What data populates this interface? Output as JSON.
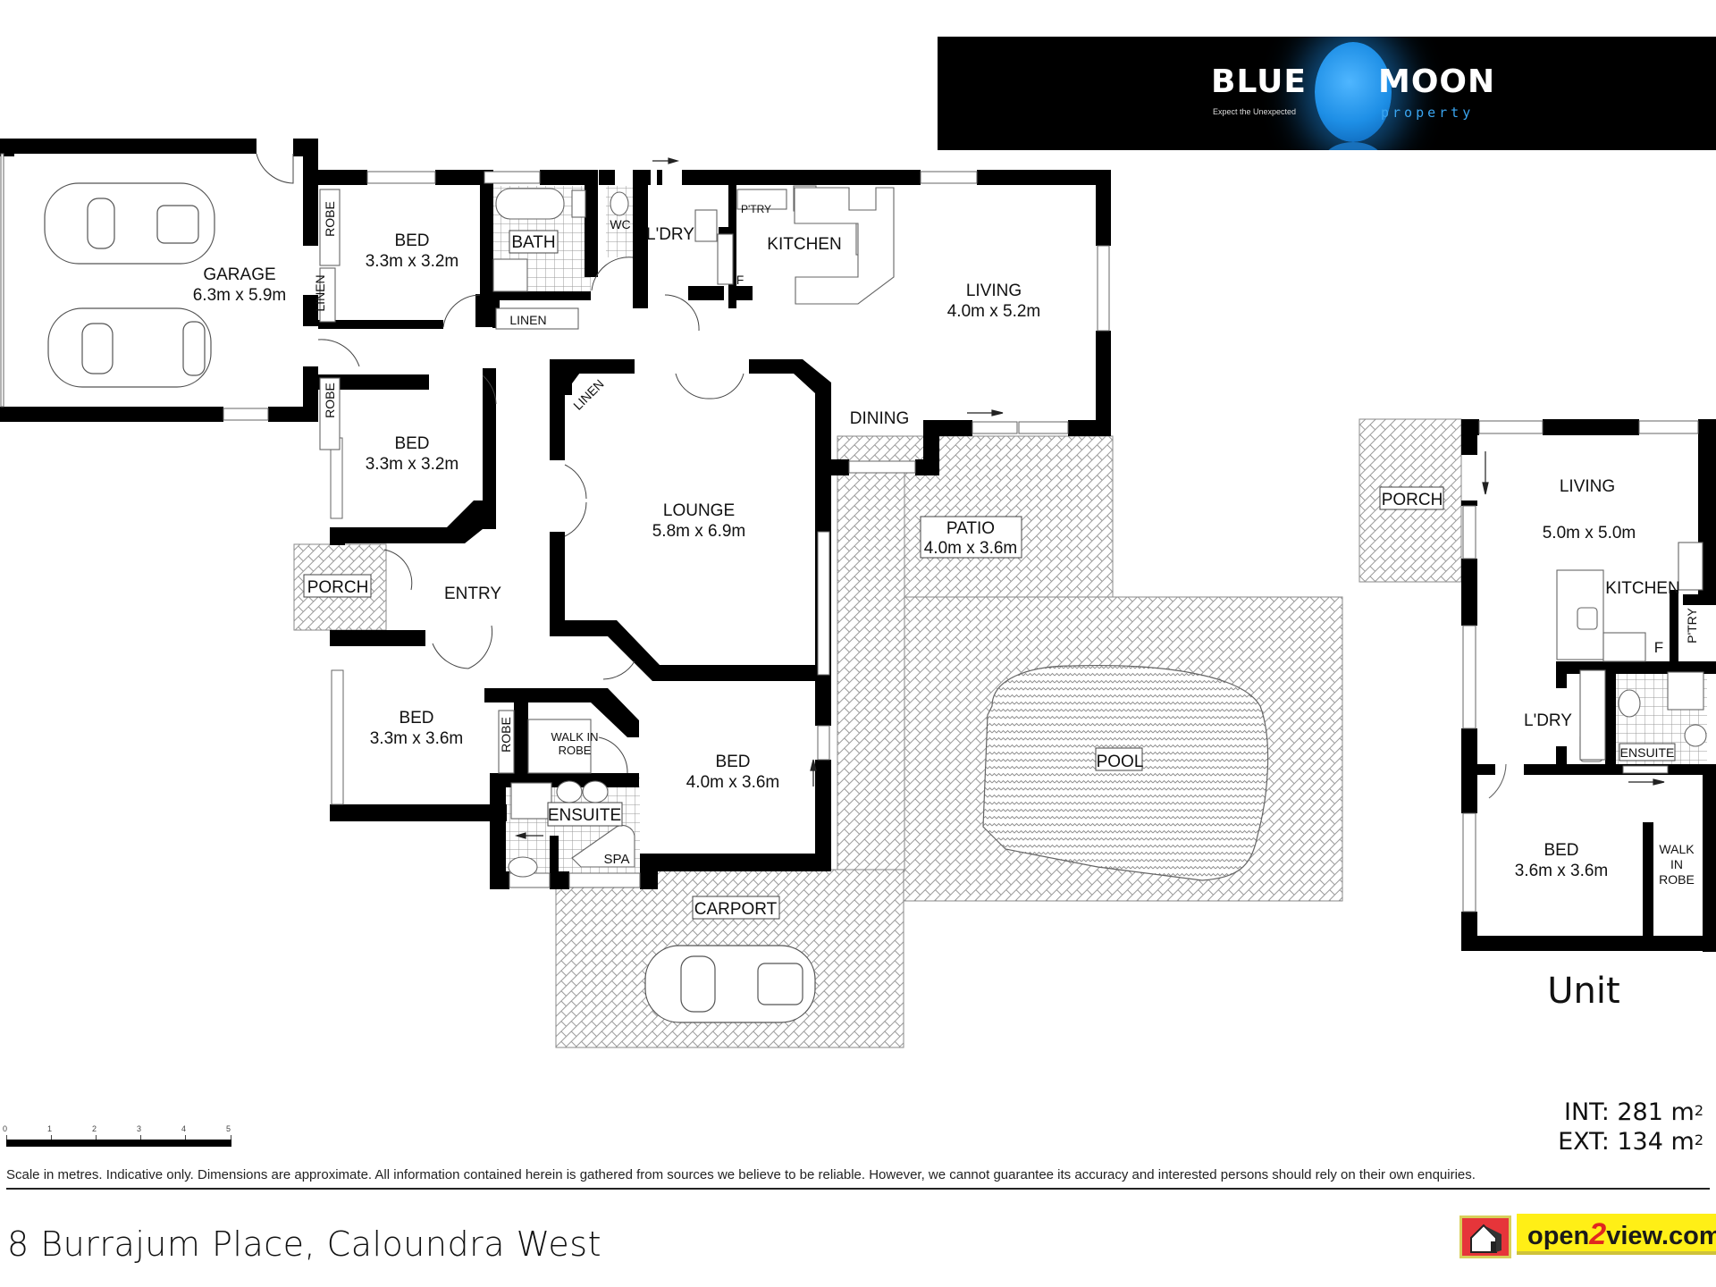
{
  "brand": {
    "name_left": "BLUE",
    "name_right": "MOON",
    "tagline": "Expect the Unexpected",
    "subtitle": "property",
    "moon_color": "#1e8fe6"
  },
  "rooms": {
    "garage": {
      "name": "GARAGE",
      "size": "6.3m x 5.9m"
    },
    "bed1": {
      "name": "BED",
      "size": "3.3m x 3.2m"
    },
    "bed2": {
      "name": "BED",
      "size": "3.3m x 3.2m"
    },
    "bed3": {
      "name": "BED",
      "size": "3.3m x 3.6m"
    },
    "bed4": {
      "name": "BED",
      "size": "4.0m x 3.6m"
    },
    "bath": {
      "name": "BATH"
    },
    "wc": {
      "name": "WC"
    },
    "laundry": {
      "name": "L'DRY"
    },
    "kitchen": {
      "name": "KITCHEN"
    },
    "pantry": {
      "name": "P'TRY"
    },
    "fridge": {
      "name": "F"
    },
    "living": {
      "name": "LIVING",
      "size": "4.0m x 5.2m"
    },
    "dining": {
      "name": "DINING"
    },
    "lounge": {
      "name": "LOUNGE",
      "size": "5.8m x 6.9m"
    },
    "entry": {
      "name": "ENTRY"
    },
    "porch": {
      "name": "PORCH"
    },
    "patio": {
      "name": "PATIO",
      "size": "4.0m x 3.6m"
    },
    "pool": {
      "name": "POOL"
    },
    "carport": {
      "name": "CARPORT"
    },
    "ensuite": {
      "name": "ENSUITE"
    },
    "spa": {
      "name": "SPA"
    },
    "walk_in_robe": {
      "line1": "WALK IN",
      "line2": "ROBE"
    },
    "robe": "ROBE",
    "linen": "LINEN"
  },
  "unit": {
    "title": "Unit",
    "porch": "PORCH",
    "living": {
      "name": "LIVING",
      "size": "5.0m x 5.0m"
    },
    "kitchen": "KITCHEN",
    "pantry": "P'TRY",
    "fridge": "F",
    "laundry": "L'DRY",
    "ensuite": "ENSUITE",
    "bed": {
      "name": "BED",
      "size": "3.6m x 3.6m"
    },
    "walk_in_robe": {
      "line1": "WALK",
      "line2": "IN",
      "line3": "ROBE"
    }
  },
  "scale": {
    "ticks": [
      "0",
      "1",
      "2",
      "3",
      "4",
      "5"
    ],
    "unit": "metres"
  },
  "areas": {
    "int_label": "INT: 281 m",
    "ext_label": "EXT: 134 m",
    "superscript": "2"
  },
  "disclaimer": "Scale in metres. Indicative only. Dimensions are approximate. All information contained herein is gathered from sources we believe to be reliable. However, we cannot guarantee its accuracy and interested persons should rely on their own enquiries.",
  "address": "8 Burrajum Place, Caloundra West",
  "portal": {
    "prefix": "open",
    "digit": "2",
    "suffix": "view.com",
    "bg_color": "#ffef16",
    "icon_bg": "#e6353a"
  }
}
